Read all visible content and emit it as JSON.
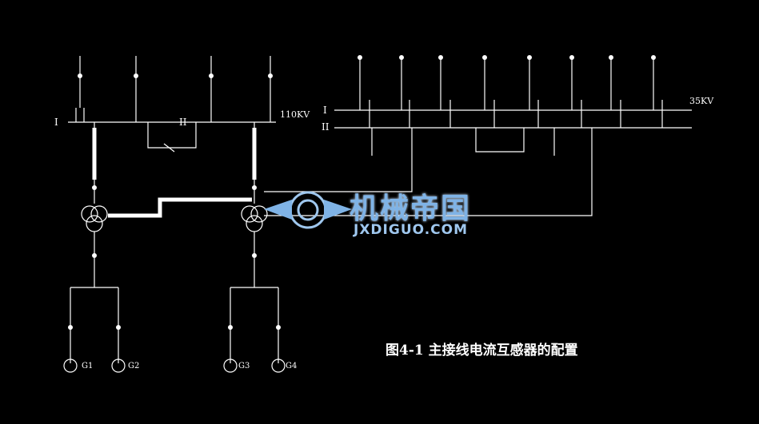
{
  "diagram": {
    "caption": "图4-1  主接线电流互感器的配置",
    "left_bus": {
      "bus1": "I",
      "bus2": "II",
      "voltage": "110KV"
    },
    "right_bus": {
      "bus1": "I",
      "bus2": "II",
      "voltage": "35KV"
    },
    "generators": [
      "G1",
      "G2",
      "G3",
      "G4"
    ]
  },
  "watermark": {
    "title": "机械帝国",
    "url": "JXDIGUO.COM"
  },
  "colors": {
    "background": "#000000",
    "lines": "#ffffff",
    "watermark": "#7fb3e6"
  }
}
